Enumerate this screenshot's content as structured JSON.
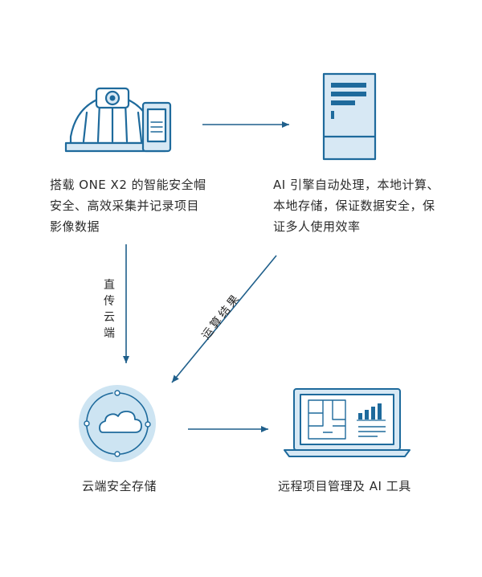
{
  "nodes": {
    "helmet": {
      "caption_lines": [
        "搭载 ONE X2 的智能安全帽",
        "安全、高效采集并记录项目",
        "影像数据"
      ]
    },
    "server": {
      "caption_lines": [
        "AI 引擎自动处理，本地计算、",
        "本地存储，保证数据安全，保",
        "证多人使用效率"
      ]
    },
    "cloud": {
      "caption": "云端安全存储"
    },
    "laptop": {
      "caption": "远程项目管理及 AI 工具"
    }
  },
  "edges": {
    "upload_label": "直传云端",
    "result_label": "运算结果"
  },
  "colors": {
    "stroke": "#1e6a9c",
    "fill_light": "#d7e8f4",
    "circle_bg": "#cde4f2",
    "arrow": "#1f5f8b"
  }
}
